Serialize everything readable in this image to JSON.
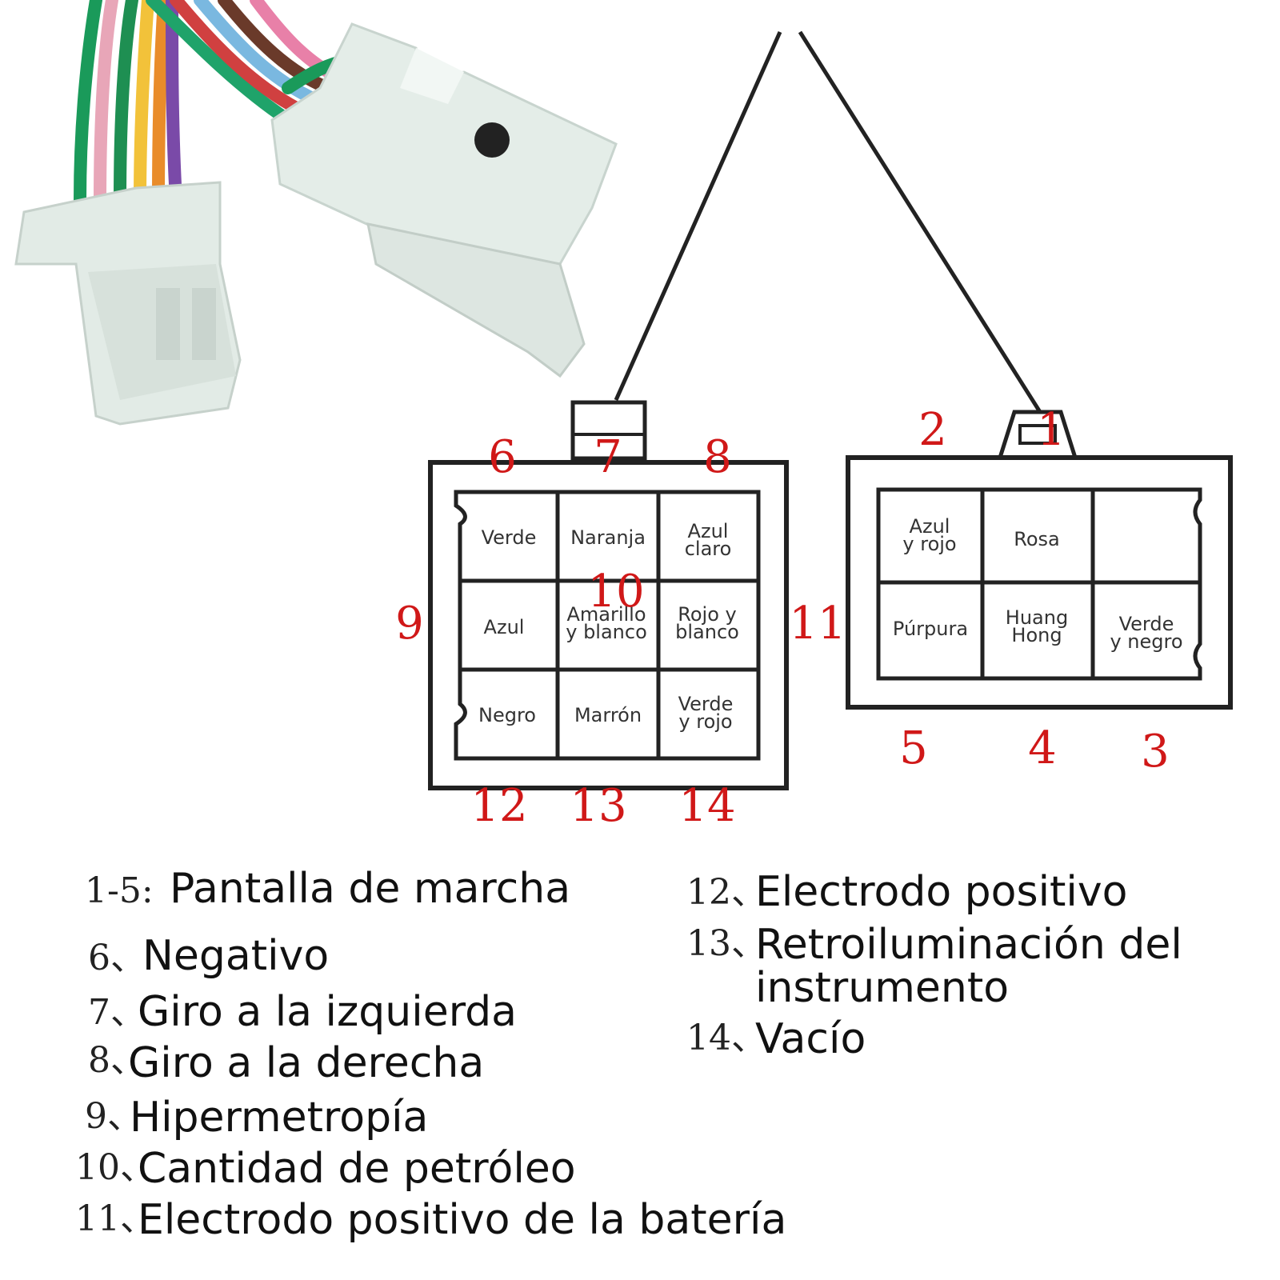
{
  "colors": {
    "pin_numbers": "#d01818",
    "outline": "#222222",
    "text": "#111111"
  },
  "left_connector": {
    "pin_numbers": {
      "p6": "6",
      "p7": "7",
      "p8": "8",
      "p9": "9",
      "p10": "10",
      "p12": "12",
      "p13": "13",
      "p14": "14"
    },
    "cells": [
      [
        "Verde"
      ],
      [
        "Naranja"
      ],
      [
        "Azul",
        "claro"
      ],
      [
        "Azul"
      ],
      [
        "Amarillo",
        "y blanco"
      ],
      [
        "Rojo y",
        "blanco"
      ],
      [
        "Negro"
      ],
      [
        "Marrón"
      ],
      [
        "Verde",
        "y rojo"
      ]
    ]
  },
  "right_connector": {
    "pin_numbers": {
      "p1": "1",
      "p2": "2",
      "p3": "3",
      "p4": "4",
      "p5": "5",
      "p11": "11"
    },
    "cells": [
      [
        "Azul",
        "y rojo"
      ],
      [
        "Rosa"
      ],
      [],
      [
        "Púrpura"
      ],
      [
        "Huang",
        "Hong"
      ],
      [
        "Verde",
        "y negro"
      ]
    ]
  },
  "legend": {
    "left": [
      {
        "num": "1-5:",
        "text": "Pantalla de marcha"
      },
      {
        "num": "6、",
        "text": "Negativo"
      },
      {
        "num": "7、",
        "text": "Giro a la izquierda"
      },
      {
        "num": "8、",
        "text": "Giro a la derecha"
      },
      {
        "num": "9、",
        "text": "Hipermetropía"
      },
      {
        "num": "10、",
        "text": "Cantidad de petróleo"
      },
      {
        "num": "11、",
        "text": "Electrodo positivo de la batería"
      }
    ],
    "right": [
      {
        "num": "12、",
        "text": "Electrodo positivo"
      },
      {
        "num": "13、",
        "text": "Retroiluminación del"
      },
      {
        "num": "",
        "text": "instrumento"
      },
      {
        "num": "14、",
        "text": "Vacío"
      }
    ]
  }
}
